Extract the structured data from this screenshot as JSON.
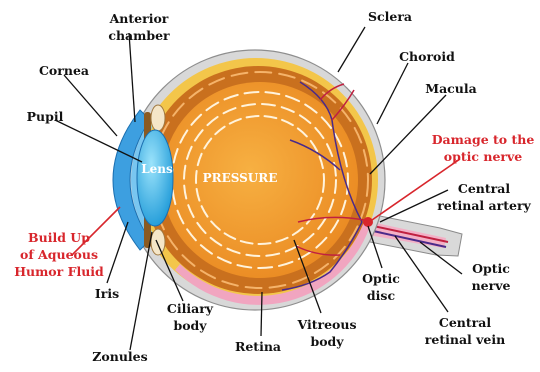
{
  "diagram": {
    "center_label": "PRESSURE",
    "lens_label": "Lens",
    "labels": {
      "anterior_chamber_1": "Anterior",
      "anterior_chamber_2": "chamber",
      "sclera": "Sclera",
      "cornea": "Cornea",
      "choroid": "Choroid",
      "macula": "Macula",
      "pupil": "Pupil",
      "damage_1": "Damage to the",
      "damage_2": "optic nerve",
      "central_artery_1": "Central",
      "central_artery_2": "retinal artery",
      "buildup_1": "Build Up",
      "buildup_2": "of Aqueous",
      "buildup_3": "Humor Fluid",
      "optic_nerve_1": "Optic",
      "optic_nerve_2": "nerve",
      "iris": "Iris",
      "ciliary_1": "Ciliary",
      "ciliary_2": "body",
      "optic_disc_1": "Optic",
      "optic_disc_2": "disc",
      "central_vein_1": "Central",
      "central_vein_2": "retinal vein",
      "zonules": "Zonules",
      "retina": "Retina",
      "vitreous_1": "Vitreous",
      "vitreous_2": "body"
    },
    "colors": {
      "sclera": "#d8d8d8",
      "choroid": "#f3c64a",
      "retina": "#c9701e",
      "vitreous": "#f0922a",
      "cornea": "#3d9fe0",
      "lens": "#4cc3ee",
      "highlight": "#d8262c",
      "vessel": "#4a2a8a"
    }
  }
}
